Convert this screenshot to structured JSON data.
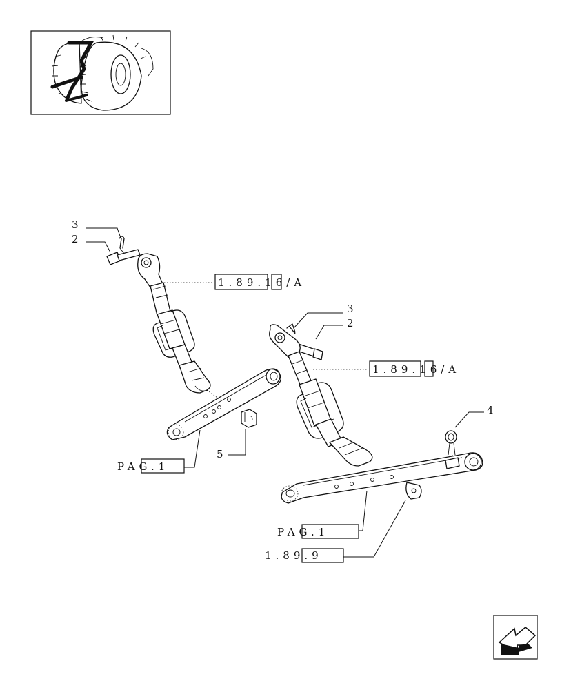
{
  "callouts": {
    "left_3": "3",
    "left_2": "2",
    "right_3": "3",
    "right_2": "2",
    "item_4": "4",
    "item_5": "5"
  },
  "references": {
    "ref_left_upper": "1.89.16/A",
    "ref_right_upper": "1.89.16/A",
    "pag_left": "PAG.1",
    "pag_right": "PAG.1",
    "ref_lower": "1.89.9"
  },
  "icons": {
    "thumbnail": "tractor-rear-wheel-thumbnail",
    "navigation": "return-arrow-icon"
  }
}
